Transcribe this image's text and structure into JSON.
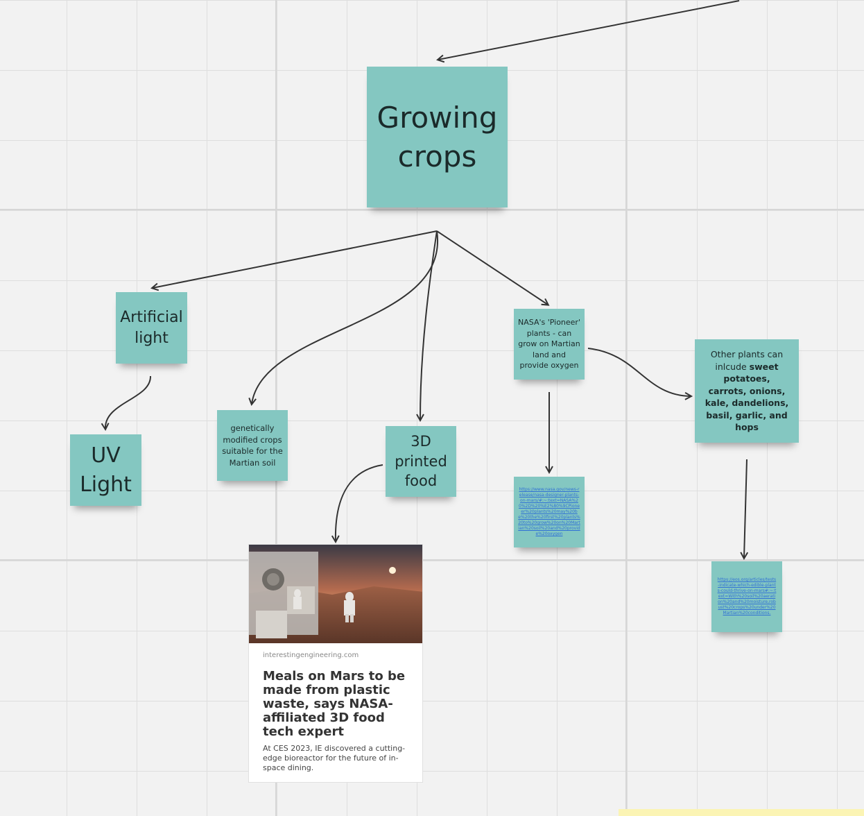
{
  "board": {
    "background": "#f2f2f2",
    "sticky_color": "#84c7c1",
    "connector_color": "#333333"
  },
  "stickies": {
    "growing_crops": "Growing crops",
    "artificial_light": "Artificial light",
    "uv_light": "UV Light",
    "gm_crops": "genetically modified crops suitable for the Martian soil",
    "printed_food": "3D printed food",
    "pioneer_plants": "NASA's 'Pioneer' plants - can grow on Martian land and provide oxygen",
    "other_plants_prefix": "Other plants can inlcude ",
    "other_plants_bold": "sweet potatoes, carrots, onions, kale, dandelions, basil, garlic, and hops",
    "nasa_link": "https://www.nasa.gov/news-release/nasa-designer-plants-on-mars/#:~:text=NASA%20%2D%20%E2%80%9CPioneer%20plants%20may%20be%20the%20first%20plants%20to%20grow%20on%20Martian%20soil%20and%20provide%20oxygen",
    "eos_link": "https://eos.org/articles/tests-indicate-which-edible-plants-could-thrive-on-mars#:~:text=With%20soil%20aeration%20and%20moisture,robust%20crops%20under%20Martian%20conditions."
  },
  "card": {
    "domain": "interestingengineering.com",
    "title": "Meals on Mars to be made from plastic waste, says NASA-affiliated 3D food tech expert",
    "description": "At CES 2023, IE discovered a cutting-edge bioreactor for the future of in-space dining.",
    "image_desc_icon": "mars-astronaut-image"
  }
}
